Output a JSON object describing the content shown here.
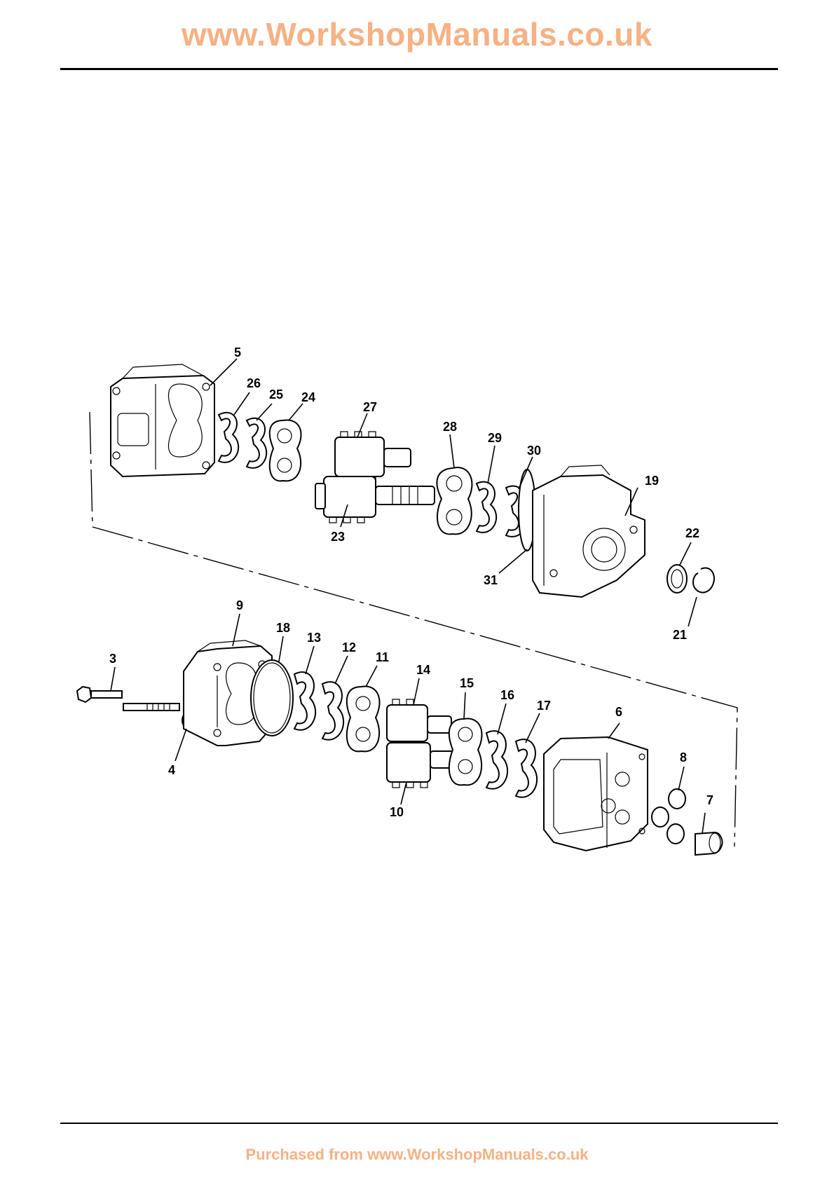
{
  "header": {
    "site_url": "www.WorkshopManuals.co.uk"
  },
  "footer": {
    "purchase_note": "Purchased from www.WorkshopManuals.co.uk"
  },
  "callouts": {
    "c3": "3",
    "c4": "4",
    "c5": "5",
    "c6": "6",
    "c7": "7",
    "c8": "8",
    "c9": "9",
    "c10": "10",
    "c11": "11",
    "c12": "12",
    "c13": "13",
    "c14": "14",
    "c15": "15",
    "c16": "16",
    "c17": "17",
    "c18": "18",
    "c19": "19",
    "c21": "21",
    "c22": "22",
    "c23": "23",
    "c24": "24",
    "c25": "25",
    "c26": "26",
    "c27": "27",
    "c28": "28",
    "c29": "29",
    "c30": "30",
    "c31": "31"
  },
  "colors": {
    "watermark": "#f7b183",
    "line": "#000000"
  }
}
